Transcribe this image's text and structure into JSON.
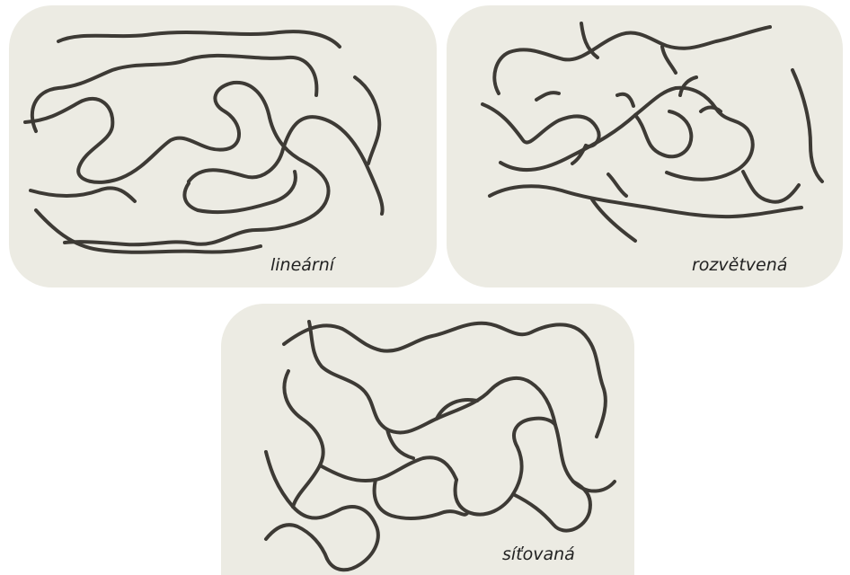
{
  "panels": {
    "linear": {
      "label": "lineární"
    },
    "branched": {
      "label": "rozvětvená"
    },
    "crosslinked": {
      "label": "síťovaná"
    }
  },
  "colors": {
    "panel_background": "#ecebe3",
    "chain": "#3d3a35",
    "label_text": "#222222"
  }
}
